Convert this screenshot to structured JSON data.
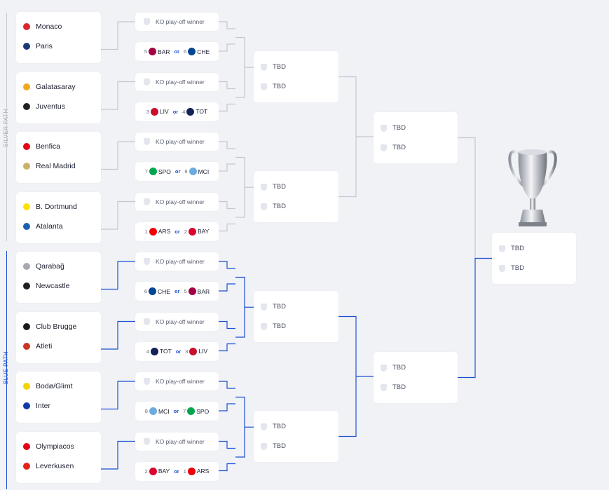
{
  "paths": {
    "silver": "SILVER PATH",
    "blue": "BLUE PATH"
  },
  "colors": {
    "silver": "#c4c8d0",
    "blue": "#1a4fd1"
  },
  "ko_label": "KO play-off winner",
  "tbd": "TBD",
  "or_label": "or",
  "ties": [
    {
      "home": {
        "name": "Monaco",
        "color": "#d9262f"
      },
      "away": {
        "name": "Paris",
        "color": "#1c3a7a"
      },
      "options": [
        {
          "seed": "5",
          "abbr": "BAR",
          "color": "#a50044"
        },
        {
          "seed": "6",
          "abbr": "CHE",
          "color": "#034694"
        }
      ]
    },
    {
      "home": {
        "name": "Galatasaray",
        "color": "#f2a81d"
      },
      "away": {
        "name": "Juventus",
        "color": "#222222"
      },
      "options": [
        {
          "seed": "3",
          "abbr": "LIV",
          "color": "#c8102e"
        },
        {
          "seed": "4",
          "abbr": "TOT",
          "color": "#132257"
        }
      ]
    },
    {
      "home": {
        "name": "Benfica",
        "color": "#e30613"
      },
      "away": {
        "name": "Real Madrid",
        "color": "#c9b36a"
      },
      "options": [
        {
          "seed": "7",
          "abbr": "SPO",
          "color": "#00a650"
        },
        {
          "seed": "8",
          "abbr": "MCI",
          "color": "#6cabdd"
        }
      ]
    },
    {
      "home": {
        "name": "B. Dortmund",
        "color": "#fde100"
      },
      "away": {
        "name": "Atalanta",
        "color": "#1e5fae"
      },
      "options": [
        {
          "seed": "1",
          "abbr": "ARS",
          "color": "#ef0107"
        },
        {
          "seed": "2",
          "abbr": "BAY",
          "color": "#dc052d"
        }
      ]
    },
    {
      "home": {
        "name": "Qarabağ",
        "color": "#a8a8b0"
      },
      "away": {
        "name": "Newcastle",
        "color": "#241f20"
      },
      "options": [
        {
          "seed": "6",
          "abbr": "CHE",
          "color": "#034694"
        },
        {
          "seed": "5",
          "abbr": "BAR",
          "color": "#a50044"
        }
      ]
    },
    {
      "home": {
        "name": "Club Brugge",
        "color": "#1b1b1b"
      },
      "away": {
        "name": "Atleti",
        "color": "#cb3524"
      },
      "options": [
        {
          "seed": "4",
          "abbr": "TOT",
          "color": "#132257"
        },
        {
          "seed": "3",
          "abbr": "LIV",
          "color": "#c8102e"
        }
      ]
    },
    {
      "home": {
        "name": "Bodø/Glimt",
        "color": "#f5d300"
      },
      "away": {
        "name": "Inter",
        "color": "#0b3ca8"
      },
      "options": [
        {
          "seed": "8",
          "abbr": "MCI",
          "color": "#6cabdd"
        },
        {
          "seed": "7",
          "abbr": "SPO",
          "color": "#00a650"
        }
      ]
    },
    {
      "home": {
        "name": "Olympiacos",
        "color": "#e2001a"
      },
      "away": {
        "name": "Leverkusen",
        "color": "#e32219"
      },
      "options": [
        {
          "seed": "2",
          "abbr": "BAY",
          "color": "#dc052d"
        },
        {
          "seed": "1",
          "abbr": "ARS",
          "color": "#ef0107"
        }
      ]
    }
  ],
  "trophy_icon": "champions-league-trophy-icon"
}
